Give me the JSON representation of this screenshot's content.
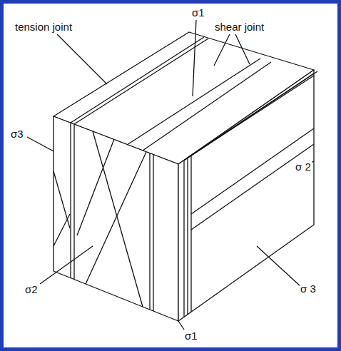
{
  "diagram": {
    "labels": [
      "tension joint",
      "σ1",
      "shear joint",
      "σ3",
      "σ 2",
      "σ2",
      "σ 3",
      "σ1"
    ]
  }
}
